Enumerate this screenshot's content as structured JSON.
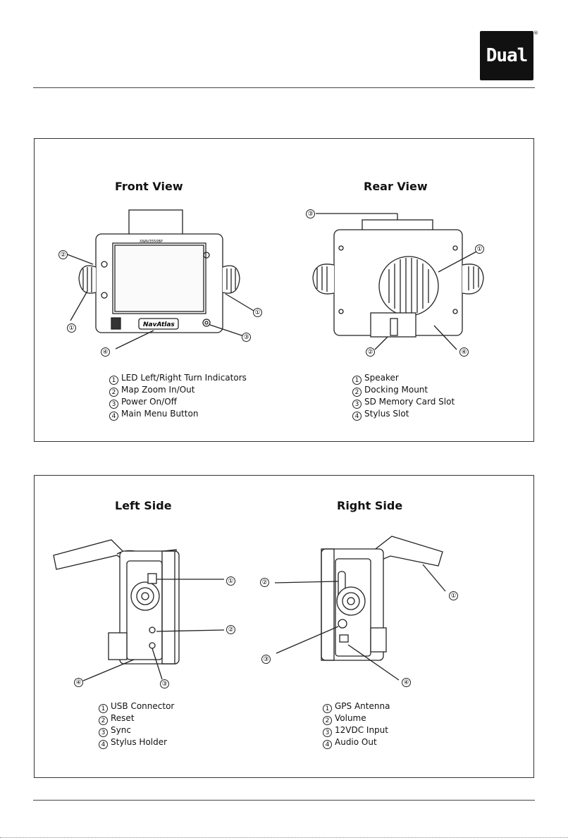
{
  "brand": {
    "logo_text": "Dual",
    "registered_mark": "®"
  },
  "front_view": {
    "heading": "Front View",
    "device_model_text": "XNAV3550BP",
    "device_brand_text": "NavAtlas",
    "items": [
      {
        "num": "1",
        "label": "LED Left/Right Turn Indicators"
      },
      {
        "num": "2",
        "label": "Map Zoom In/Out"
      },
      {
        "num": "3",
        "label": "Power On/Off"
      },
      {
        "num": "4",
        "label": "Main Menu Button"
      }
    ]
  },
  "rear_view": {
    "heading": "Rear View",
    "items": [
      {
        "num": "1",
        "label": "Speaker"
      },
      {
        "num": "2",
        "label": "Docking Mount"
      },
      {
        "num": "3",
        "label": "SD Memory Card Slot"
      },
      {
        "num": "4",
        "label": "Stylus Slot"
      }
    ]
  },
  "left_side": {
    "heading": "Left Side",
    "items": [
      {
        "num": "1",
        "label": "USB Connector"
      },
      {
        "num": "2",
        "label": "Reset"
      },
      {
        "num": "3",
        "label": "Sync"
      },
      {
        "num": "4",
        "label": "Stylus Holder"
      }
    ]
  },
  "right_side": {
    "heading": "Right Side",
    "items": [
      {
        "num": "1",
        "label": "GPS Antenna"
      },
      {
        "num": "2",
        "label": "Volume"
      },
      {
        "num": "3",
        "label": "12VDC Input"
      },
      {
        "num": "4",
        "label": "Audio Out"
      }
    ]
  }
}
